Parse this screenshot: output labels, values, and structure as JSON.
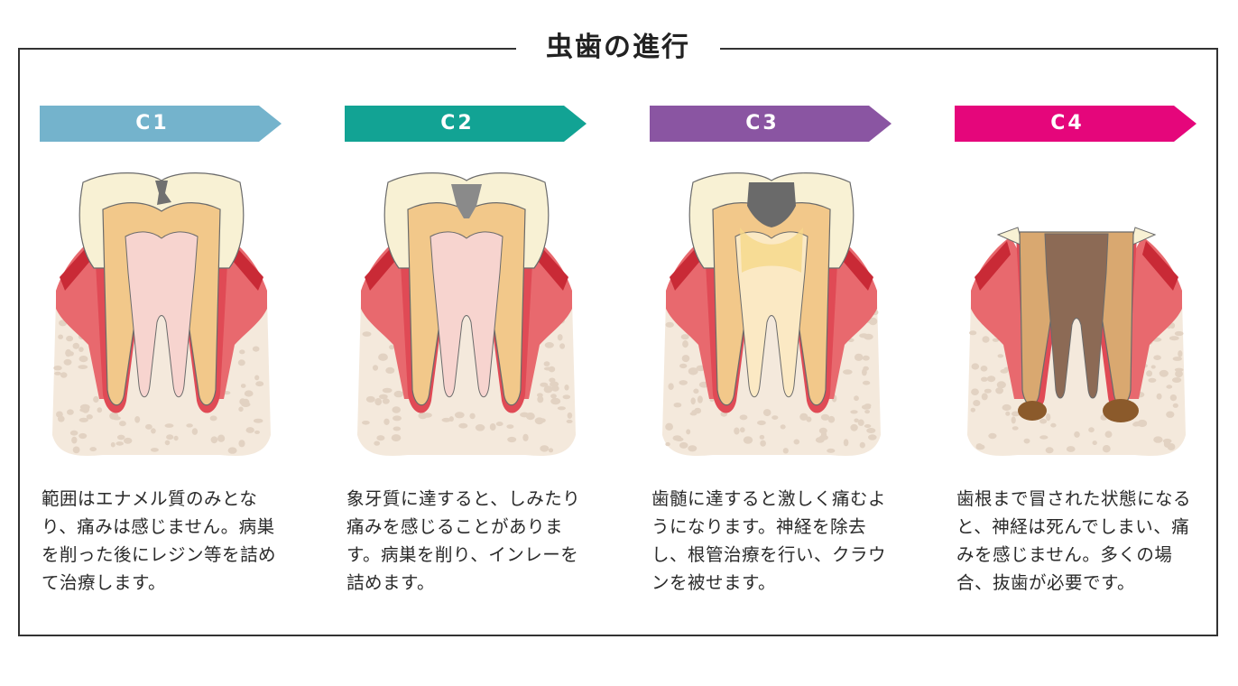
{
  "title": "虫歯の進行",
  "stages": [
    {
      "label": "C1",
      "color": "#74b3cc",
      "description": "範囲はエナメル質のみとなり、痛みは感じません。病巣を削った後にレジン等を詰めて治療します。"
    },
    {
      "label": "C2",
      "color": "#12a394",
      "description": "象牙質に達すると、しみたり痛みを感じることがあります。病巣を削り、インレーを詰めます。"
    },
    {
      "label": "C3",
      "color": "#8a55a2",
      "description": "歯髄に達すると激しく痛むようになります。神経を除去し、根管治療を行い、クラウンを被せます。"
    },
    {
      "label": "C4",
      "color": "#e5067b",
      "description": "歯根まで冒された状態になると、神経は死んでしまい、痛みを感じません。多くの場合、抜歯が必要です。"
    }
  ]
}
